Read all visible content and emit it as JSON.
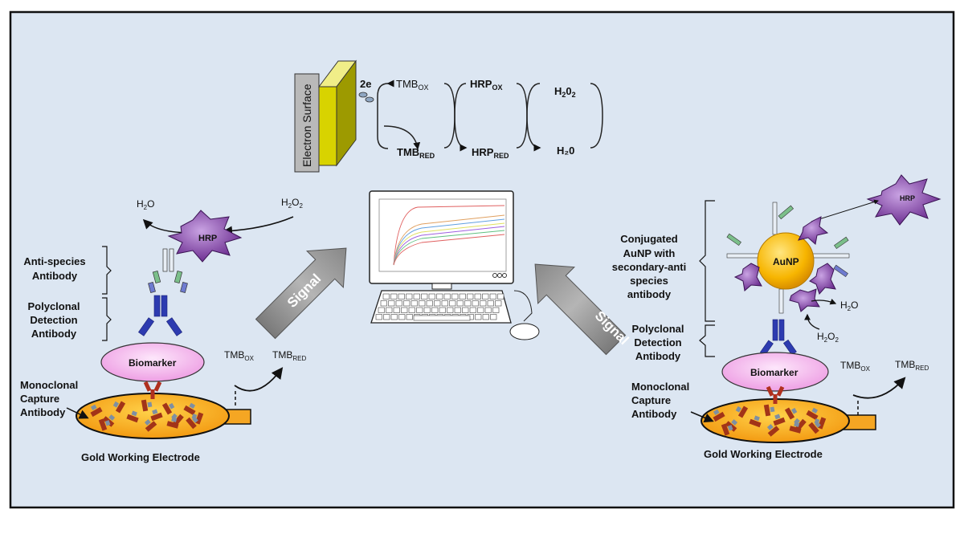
{
  "electron_surface": {
    "label": "Electron Surface",
    "electrons": "2e"
  },
  "cycle": {
    "tmb_ox": {
      "base": "TMB",
      "sub": "OX"
    },
    "tmb_red": {
      "base": "TMB",
      "sub": "RED"
    },
    "hrp_ox": {
      "base": "HRP",
      "sub": "OX"
    },
    "hrp_red": {
      "base": "HRP",
      "sub": "RED"
    },
    "h2o2": {
      "a": "H",
      "b": "0",
      "c": "2"
    },
    "h2o": "H₂0"
  },
  "computer": {
    "signal_left": "Signal",
    "signal_right": "Signal"
  },
  "left": {
    "h2o": {
      "a": "H",
      "b": "O",
      "sub": "2"
    },
    "h2o2": {
      "a": "H",
      "sub1": "2",
      "b": "O",
      "sub2": "2"
    },
    "hrp": "HRP",
    "anti_species": [
      "Anti-species",
      "Antibody"
    ],
    "polyclonal": [
      "Polyclonal",
      "Detection",
      "Antibody"
    ],
    "biomarker": "Biomarker",
    "tmb_ox": {
      "base": "TMB",
      "sub": "OX"
    },
    "tmb_red": {
      "base": "TMB",
      "sub": "RED"
    },
    "monoclonal": [
      "Monoclonal",
      "Capture",
      "Antibody"
    ],
    "electrode": "Gold Working Electrode"
  },
  "right": {
    "hrp": "HRP",
    "conjugated": [
      "Conjugated",
      "AuNP with",
      "secondary-anti",
      "species",
      "antibody"
    ],
    "aunp": "AuNP",
    "h2o": {
      "a": "H",
      "sub": "2",
      "b": "O"
    },
    "h2o2": {
      "a": "H",
      "sub1": "2",
      "b": "O",
      "sub2": "2"
    },
    "polyclonal": [
      "Polyclonal",
      "Detection",
      "Antibody"
    ],
    "biomarker": "Biomarker",
    "tmb_ox": {
      "base": "TMB",
      "sub": "OX"
    },
    "tmb_red": {
      "base": "TMB",
      "sub": "RED"
    },
    "monoclonal": [
      "Monoclonal",
      "Capture",
      "Antibody"
    ],
    "electrode": "Gold Working Electrode"
  },
  "colors": {
    "panel": "#dce6f2",
    "gold": "#f5a623",
    "biomarker": "#f6c6f0",
    "hrp": "#7b3f9e",
    "aunp": "#f7b500",
    "surface": "#c9c400"
  }
}
